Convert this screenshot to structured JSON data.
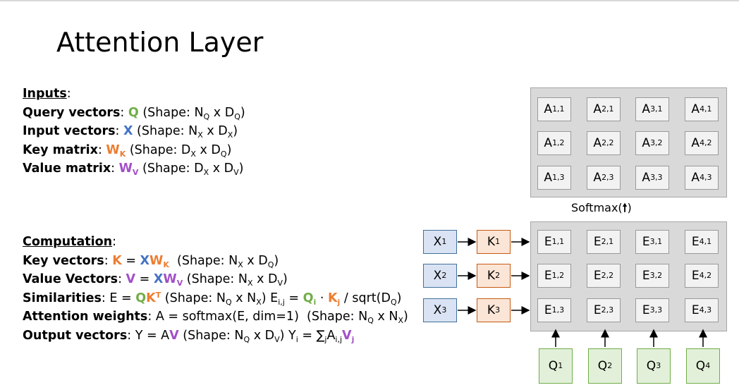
{
  "slide": {
    "title": "Attention Layer"
  },
  "inputs": {
    "heading": "Inputs",
    "rows": [
      {
        "label": "Query vectors",
        "sym": "Q",
        "sym_sub": "",
        "shape_prefix": "(Shape: N",
        "s1": "Q",
        "mid": " x D",
        "s2": "Q",
        "end": ")"
      },
      {
        "label": "Input vectors",
        "sym": "X",
        "sym_sub": "",
        "shape_prefix": "(Shape: N",
        "s1": "X",
        "mid": " x D",
        "s2": "X",
        "end": ")"
      },
      {
        "label": "Key matrix",
        "sym": "W",
        "sym_sub": "K",
        "shape_prefix": "(Shape: D",
        "s1": "X",
        "mid": " x D",
        "s2": "Q",
        "end": ")"
      },
      {
        "label": "Value matrix",
        "sym": "W",
        "sym_sub": "V",
        "shape_prefix": "(Shape: D",
        "s1": "X",
        "mid": " x D",
        "s2": "V",
        "end": ")"
      }
    ]
  },
  "computation": {
    "heading": "Computation",
    "key_vectors": "Key vectors",
    "value_vectors": "Value Vectors",
    "similarities": "Similarities",
    "attention_weights": "Attention weights",
    "output_vectors": "Output vectors",
    "attn_formula": "A = softmax(E, dim=1)",
    "output_formula": "Y = AV"
  },
  "diagram": {
    "softmax_label": "Softmax(",
    "softmax_close": ")",
    "a_cells": [
      [
        "A",
        "1,1"
      ],
      [
        "A",
        "2,1"
      ],
      [
        "A",
        "3,1"
      ],
      [
        "A",
        "4,1"
      ],
      [
        "A",
        "1,2"
      ],
      [
        "A",
        "2,2"
      ],
      [
        "A",
        "3,2"
      ],
      [
        "A",
        "4,2"
      ],
      [
        "A",
        "1,3"
      ],
      [
        "A",
        "2,3"
      ],
      [
        "A",
        "3,3"
      ],
      [
        "A",
        "4,3"
      ]
    ],
    "e_cells": [
      [
        "E",
        "1,1"
      ],
      [
        "E",
        "2,1"
      ],
      [
        "E",
        "3,1"
      ],
      [
        "E",
        "4,1"
      ],
      [
        "E",
        "1,2"
      ],
      [
        "E",
        "2,2"
      ],
      [
        "E",
        "3,2"
      ],
      [
        "E",
        "4,2"
      ],
      [
        "E",
        "1,3"
      ],
      [
        "E",
        "2,3"
      ],
      [
        "E",
        "3,3"
      ],
      [
        "E",
        "4,3"
      ]
    ],
    "x_boxes": [
      [
        "X",
        "1"
      ],
      [
        "X",
        "2"
      ],
      [
        "X",
        "3"
      ]
    ],
    "k_boxes": [
      [
        "K",
        "1"
      ],
      [
        "K",
        "2"
      ],
      [
        "K",
        "3"
      ]
    ],
    "q_boxes": [
      [
        "Q",
        "1"
      ],
      [
        "Q",
        "2"
      ],
      [
        "Q",
        "3"
      ],
      [
        "Q",
        "4"
      ]
    ],
    "colors": {
      "x_fill": "#dae3f3",
      "k_fill": "#fbe5d6",
      "q_fill": "#e2f0d9",
      "panel": "#d9d9d9",
      "green": "#70ad47",
      "blue": "#4472c4",
      "orange": "#ed7d31",
      "purple": "#a24fc8"
    }
  }
}
